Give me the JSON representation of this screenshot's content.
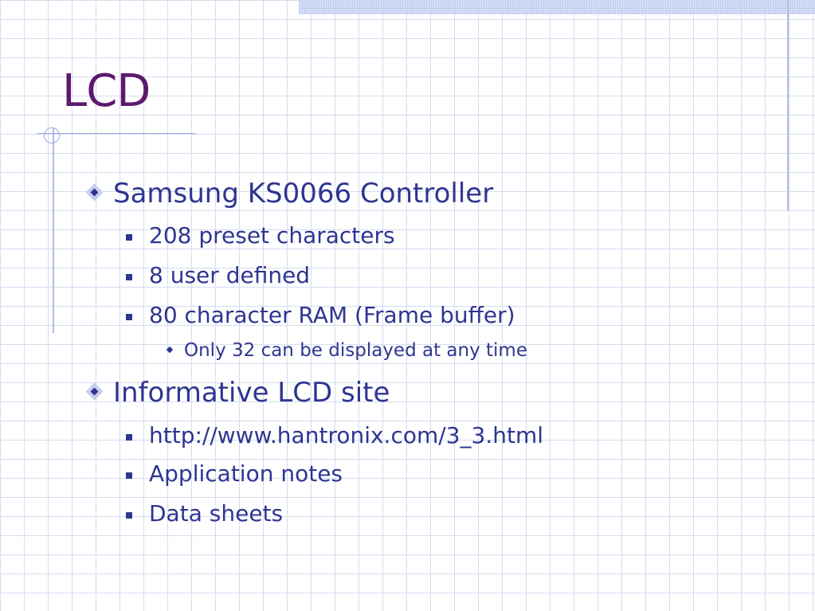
{
  "slide": {
    "title": "LCD",
    "bullets": [
      {
        "text": "Samsung KS0066 Controller",
        "children": [
          {
            "text": "208 preset characters"
          },
          {
            "text": "8 user defined"
          },
          {
            "text": "80 character RAM (Frame buffer)",
            "children": [
              {
                "text": "Only 32 can be displayed at any time"
              }
            ]
          }
        ]
      },
      {
        "text": "Informative LCD site",
        "children": [
          {
            "text": "http://www.hantronix.com/3_3.html"
          },
          {
            "text": "Application notes"
          },
          {
            "text": "Data sheets"
          }
        ]
      }
    ]
  },
  "colors": {
    "title": "#5b1a6e",
    "body_text": "#2e3591",
    "grid": "#d6dcef",
    "accent_rule": "#b2bce6"
  },
  "icons": {
    "level1_bullet": "diamond-bullet-icon",
    "level2_bullet": "square-bullet-icon",
    "level3_bullet": "small-diamond-bullet-icon"
  }
}
